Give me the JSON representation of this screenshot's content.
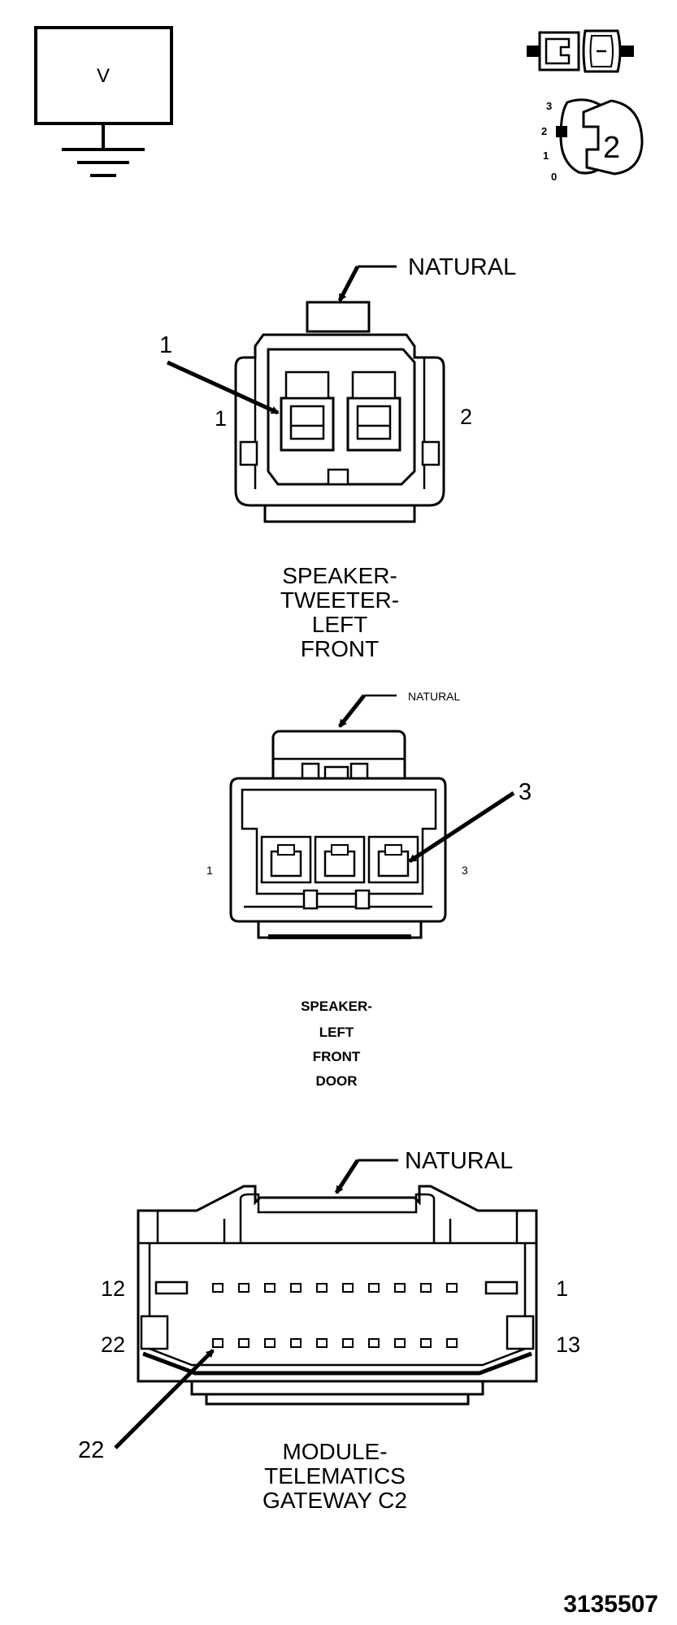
{
  "meter": {
    "symbol": "V"
  },
  "ignition": {
    "positions": [
      "3",
      "2",
      "1",
      "0"
    ],
    "selected_position": "2"
  },
  "connectors": [
    {
      "housing_color": "NATURAL",
      "pin_labels": [
        "1",
        "2"
      ],
      "callout": "1",
      "caption_lines": [
        "SPEAKER-",
        "TWEETER-",
        "LEFT",
        "FRONT"
      ]
    },
    {
      "housing_color": "NATURAL",
      "pin_labels": [
        "1",
        "3"
      ],
      "callout": "3",
      "caption_lines": [
        "SPEAKER-",
        "LEFT",
        "FRONT",
        "DOOR"
      ]
    },
    {
      "housing_color": "NATURAL",
      "pin_labels": [
        "12",
        "1",
        "22",
        "13"
      ],
      "callout": "22",
      "caption_lines": [
        "MODULE-",
        "TELEMATICS",
        "GATEWAY C2"
      ]
    }
  ],
  "figure_number": "3135507"
}
